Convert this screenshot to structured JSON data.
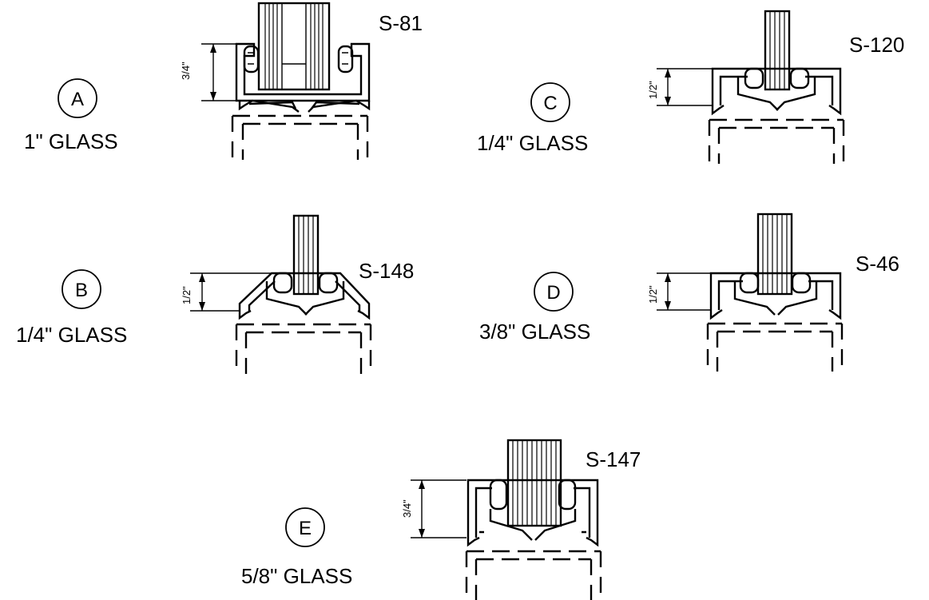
{
  "details": [
    {
      "letter": "A",
      "glass": "1\" GLASS",
      "part": "S-81",
      "dimension": "3/4\""
    },
    {
      "letter": "B",
      "glass": "1/4\" GLASS",
      "part": "S-148",
      "dimension": "1/2\""
    },
    {
      "letter": "C",
      "glass": "1/4\" GLASS",
      "part": "S-120",
      "dimension": "1/2\""
    },
    {
      "letter": "D",
      "glass": "3/8\" GLASS",
      "part": "S-46",
      "dimension": "1/2\""
    },
    {
      "letter": "E",
      "glass": "5/8\" GLASS",
      "part": "S-147",
      "dimension": "3/4\""
    }
  ]
}
